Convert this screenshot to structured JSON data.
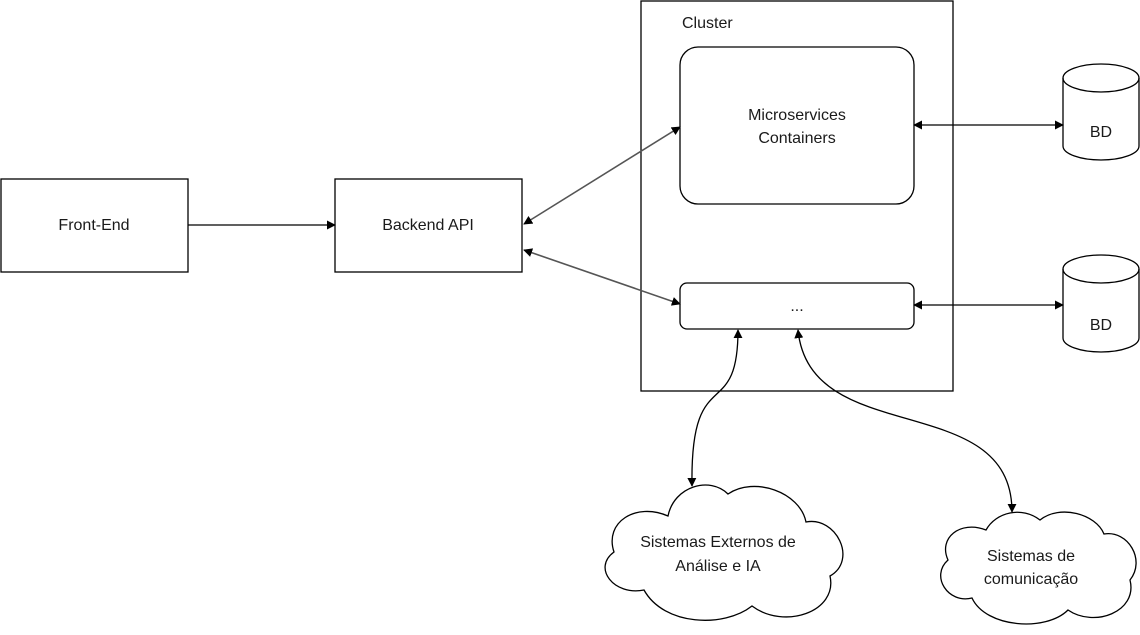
{
  "nodes": {
    "frontend": {
      "label": "Front-End"
    },
    "backend": {
      "label": "Backend API"
    },
    "cluster": {
      "label": "Cluster"
    },
    "microservices": {
      "label_line1": "Microservices",
      "label_line2": "Containers"
    },
    "other_service": {
      "label": "..."
    },
    "db_top": {
      "label": "BD"
    },
    "db_bottom": {
      "label": "BD"
    },
    "external_systems": {
      "label_line1": "Sistemas Externos de",
      "label_line2": "Análise e IA"
    },
    "communication_systems": {
      "label_line1": "Sistemas de",
      "label_line2": "comunicação"
    }
  },
  "colors": {
    "stroke": "#000000",
    "grey_edge": "#555555",
    "text": "#1a1a1a",
    "background": "#ffffff"
  }
}
